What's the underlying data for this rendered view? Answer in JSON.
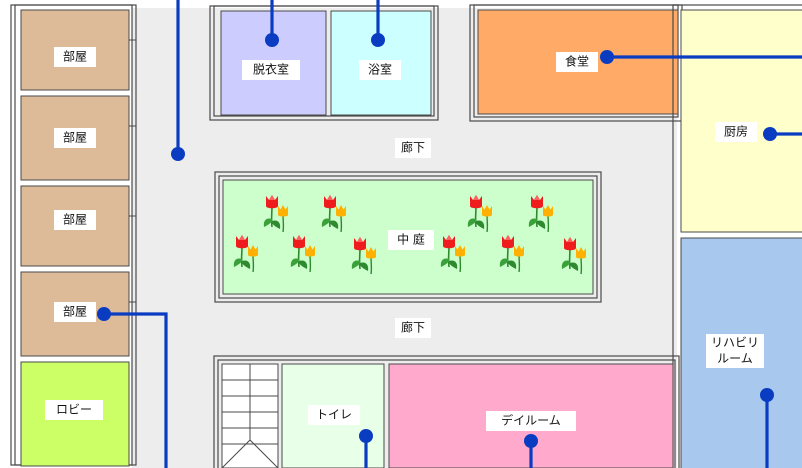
{
  "colors": {
    "corridor": "#ededed",
    "room_brown": "#ddbb99",
    "dressing": "#ccccff",
    "bath": "#ccffff",
    "dining": "#ffaa66",
    "kitchen": "#ffffcc",
    "rehab": "#a8c8ee",
    "lobby": "#ccff66",
    "toilet": "#e8ffe8",
    "dayroom": "#ffaacc",
    "courtyard": "#ccffcc",
    "marker": "#0a3cc2"
  },
  "rooms": {
    "room1": "部屋",
    "room2": "部屋",
    "room3": "部屋",
    "room4": "部屋",
    "lobby": "ロビー",
    "dressing": "脱衣室",
    "bath": "浴室",
    "dining": "食堂",
    "kitchen": "厨房",
    "rehab_line1": "リハビリ",
    "rehab_line2": "ルーム",
    "toilet": "トイレ",
    "dayroom": "デイルーム",
    "courtyard": "中 庭",
    "corridor_upper": "廊下",
    "corridor_lower": "廊下"
  }
}
